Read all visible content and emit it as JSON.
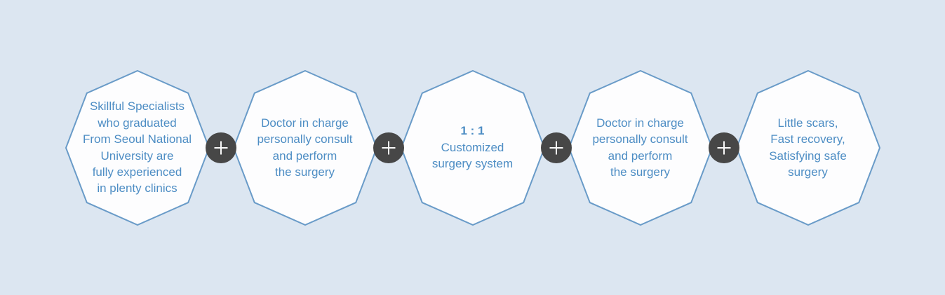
{
  "page": {
    "background_color": "#dce6f1"
  },
  "colors": {
    "octagon_border": "#699bc8",
    "octagon_fill": "#fdfdfe",
    "text_blue": "#4d8dc4",
    "connector_circle": "#474747",
    "connector_glyph": "#fafafa"
  },
  "icons": {
    "connector": "plus-icon",
    "connector_symbol": "+"
  },
  "diagram": {
    "items": [
      {
        "lines": [
          "Skillful Specialists",
          "who graduated",
          "From Seoul National",
          "University are",
          "fully experienced",
          "in plenty clinics"
        ]
      },
      {
        "lines": [
          "Doctor in charge",
          "personally consult",
          "and perform",
          "the surgery"
        ]
      },
      {
        "heading": "1 : 1",
        "lines": [
          "Customized",
          "surgery system"
        ]
      },
      {
        "lines": [
          "Doctor in charge",
          "personally consult",
          "and perform",
          "the surgery"
        ]
      },
      {
        "lines": [
          "Little scars,",
          "Fast recovery,",
          "Satisfying safe",
          "surgery"
        ]
      }
    ]
  }
}
